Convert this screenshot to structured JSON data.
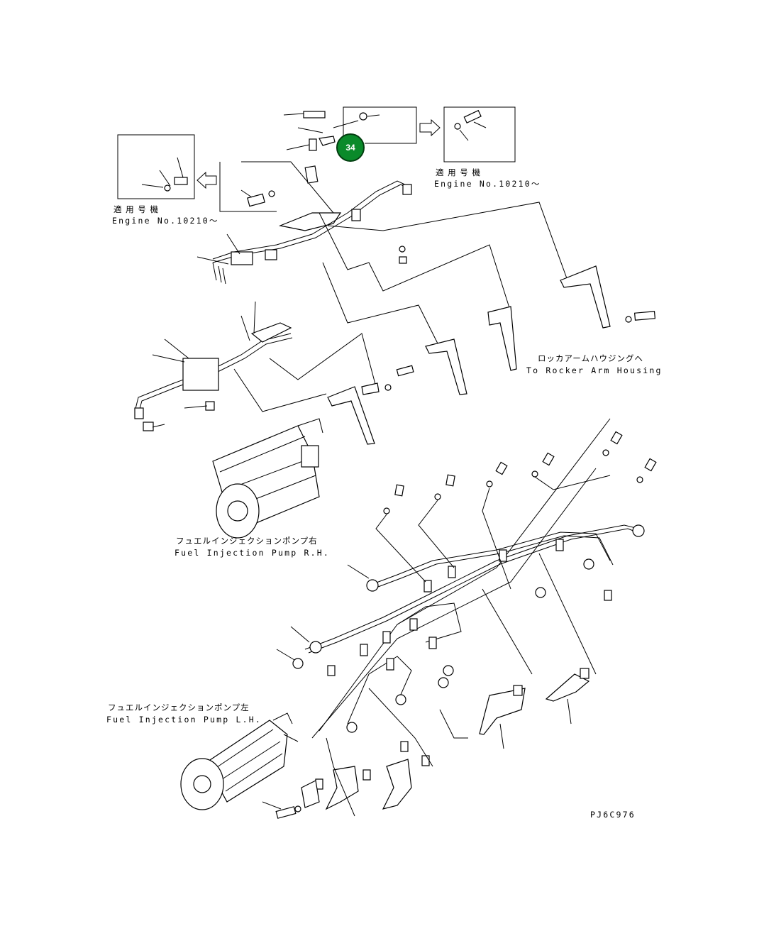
{
  "callout": {
    "number": "34"
  },
  "labels": {
    "applicable_jp_left": "適 用 号 機",
    "engine_no_left": "Engine No.10210～",
    "applicable_jp_right": "適 用 号 機",
    "engine_no_right": "Engine No.10210～",
    "rocker_jp": "ロッカアームハウジングへ",
    "rocker_en": "To Rocker Arm Housing",
    "pump_rh_jp": "フュエルインジェクションポンプ右",
    "pump_rh_en": "Fuel Injection Pump R.H.",
    "pump_lh_jp": "フュエルインジェクションポンプ左",
    "pump_lh_en": "Fuel Injection Pump L.H.",
    "drawing_code": "PJ6C976"
  }
}
